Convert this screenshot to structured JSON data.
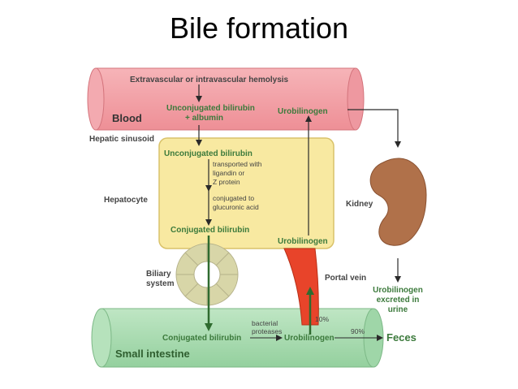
{
  "title": "Bile formation",
  "labels": {
    "hemolysis": "Extravascular or intravascular hemolysis",
    "blood": "Blood",
    "unconj_bilirubin_blood_1": "Unconjugated bilirubin",
    "unconj_bilirubin_blood_2": "+ albumin",
    "urobilinogen_blood": "Urobilinogen",
    "hepatic_sinusoid": "Hepatic sinusoid",
    "unconj_bilirubin_hepatocyte": "Unconjugated bilirubin",
    "transport_1": "transported with",
    "transport_2": "ligandin or",
    "transport_3": "Z protein",
    "conjugation_1": "conjugated to",
    "conjugation_2": "glucuronic acid",
    "hepatocyte": "Hepatocyte",
    "conj_bilirubin_hepatocyte": "Conjugated bilirubin",
    "urobilinogen_hepatocyte": "Urobilinogen",
    "kidney": "Kidney",
    "biliary_1": "Biliary",
    "biliary_2": "system",
    "portal_vein": "Portal vein",
    "urine_1": "Urobilinogen",
    "urine_2": "excreted in",
    "urine_3": "urine",
    "pct_10": "10%",
    "bacterial_1": "bacterial",
    "bacterial_2": "proteases",
    "conj_bilirubin_intestine": "Conjugated bilirubin",
    "urobilinogen_intestine": "Urobilinogen",
    "pct_90": "90%",
    "feces": "Feces",
    "small_intestine": "Small intestine"
  },
  "colors": {
    "blood": "#f4a3a8",
    "hepatocyte": "#f8e9a1",
    "intestine": "#a8dcb0",
    "kidney": "#b0714a",
    "portal_vein": "#e8442a",
    "biliary": "#d8d6a8",
    "green_text": "#3c7a3c"
  }
}
